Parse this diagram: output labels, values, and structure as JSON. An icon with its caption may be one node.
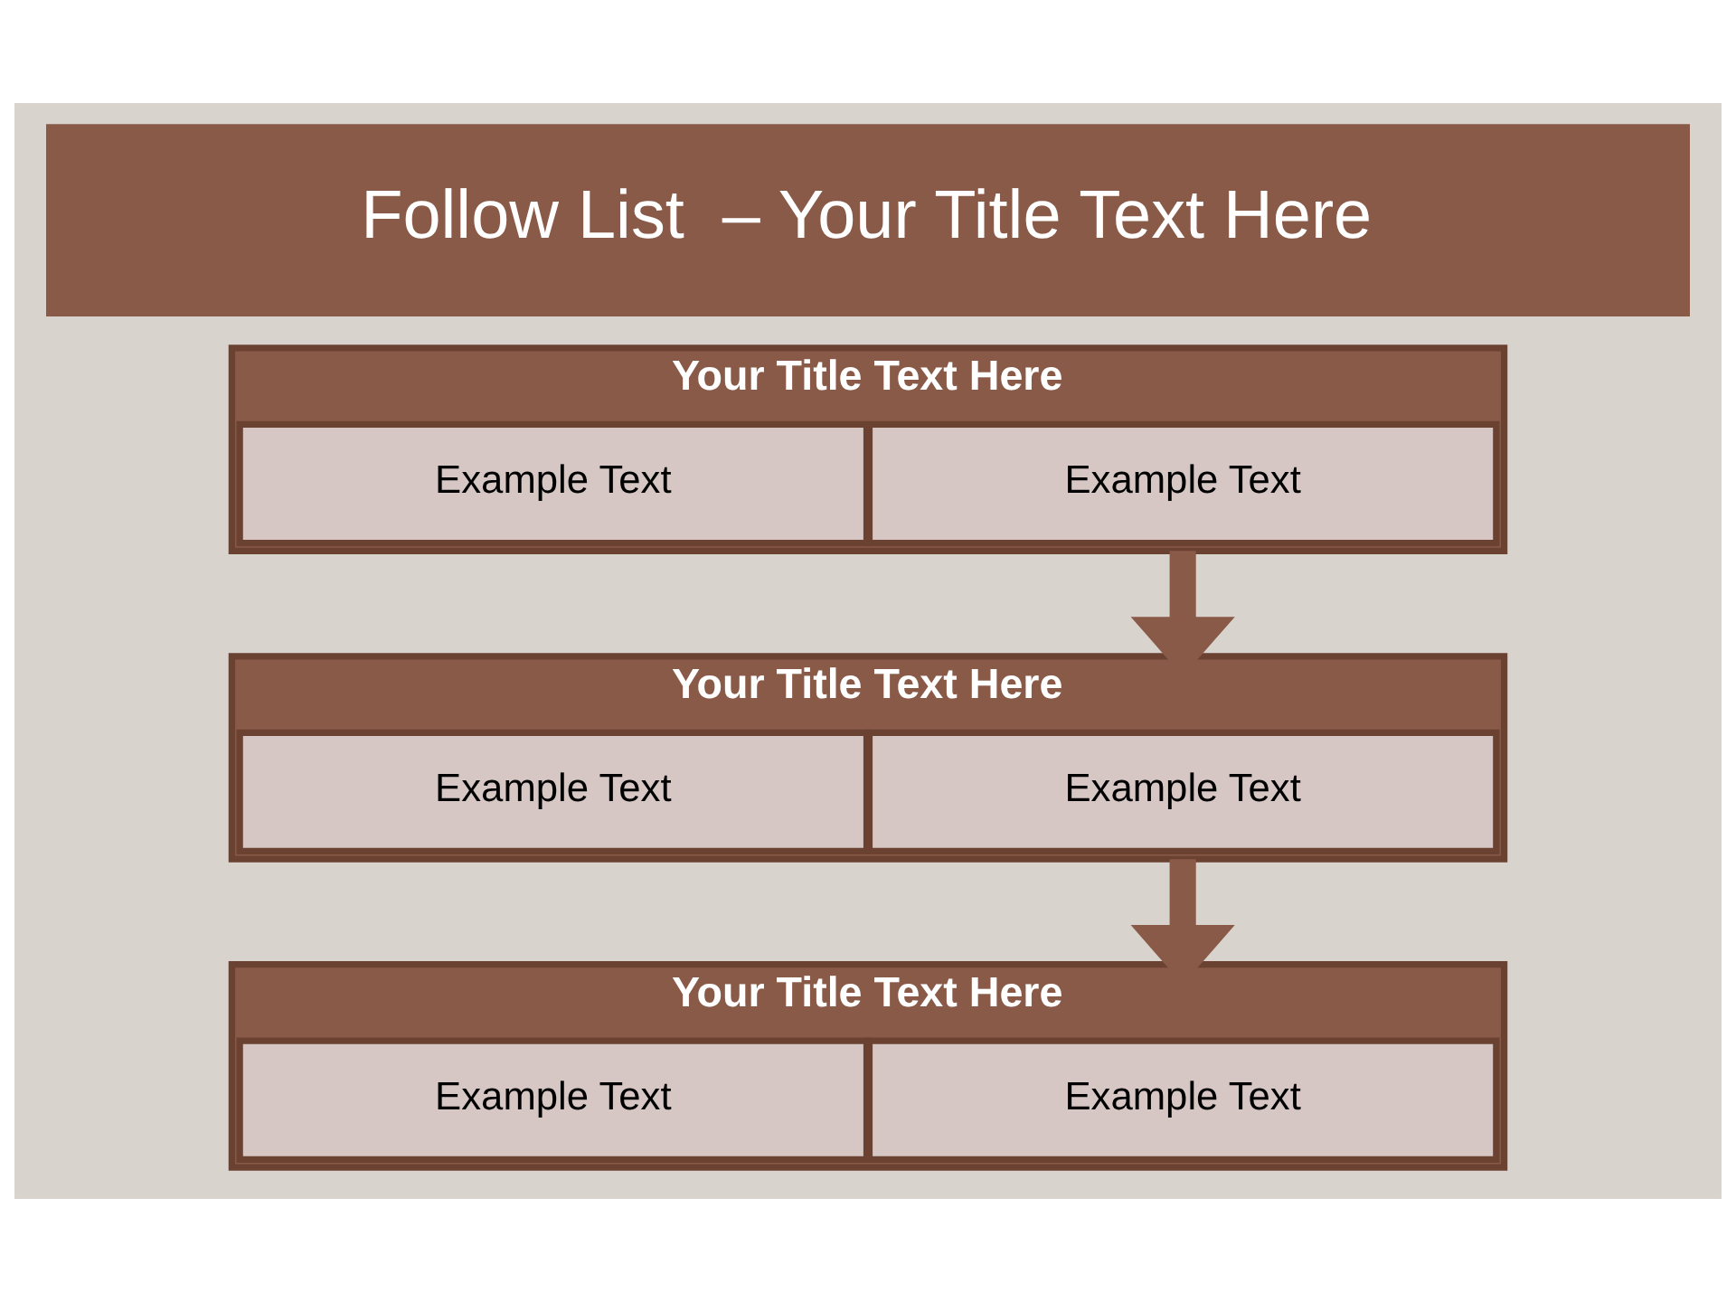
{
  "diagram": {
    "title": "Follow List  – Your Title Text Here",
    "nodes": [
      {
        "text": [
          "Your Title Text Here"
        ]
      },
      {
        "text": [
          "Example Text"
        ],
        "in": 0
      },
      {
        "text": [
          "Example Text"
        ],
        "in": 0
      },
      {
        "text": [
          "Your Title Text Here"
        ]
      },
      {
        "text": [
          "Example Text"
        ],
        "in": 3
      },
      {
        "text": [
          "Example Text"
        ],
        "in": 3
      },
      {
        "text": [
          "Your Title Text Here"
        ]
      },
      {
        "text": [
          "Example Text"
        ],
        "in": 6
      },
      {
        "text": [
          "Example Text"
        ],
        "in": 6
      }
    ],
    "edges": [
      {
        "from": 0,
        "to": 3,
        "arrow": "to"
      },
      {
        "from": 3,
        "to": 6,
        "arrow": "to"
      }
    ]
  }
}
